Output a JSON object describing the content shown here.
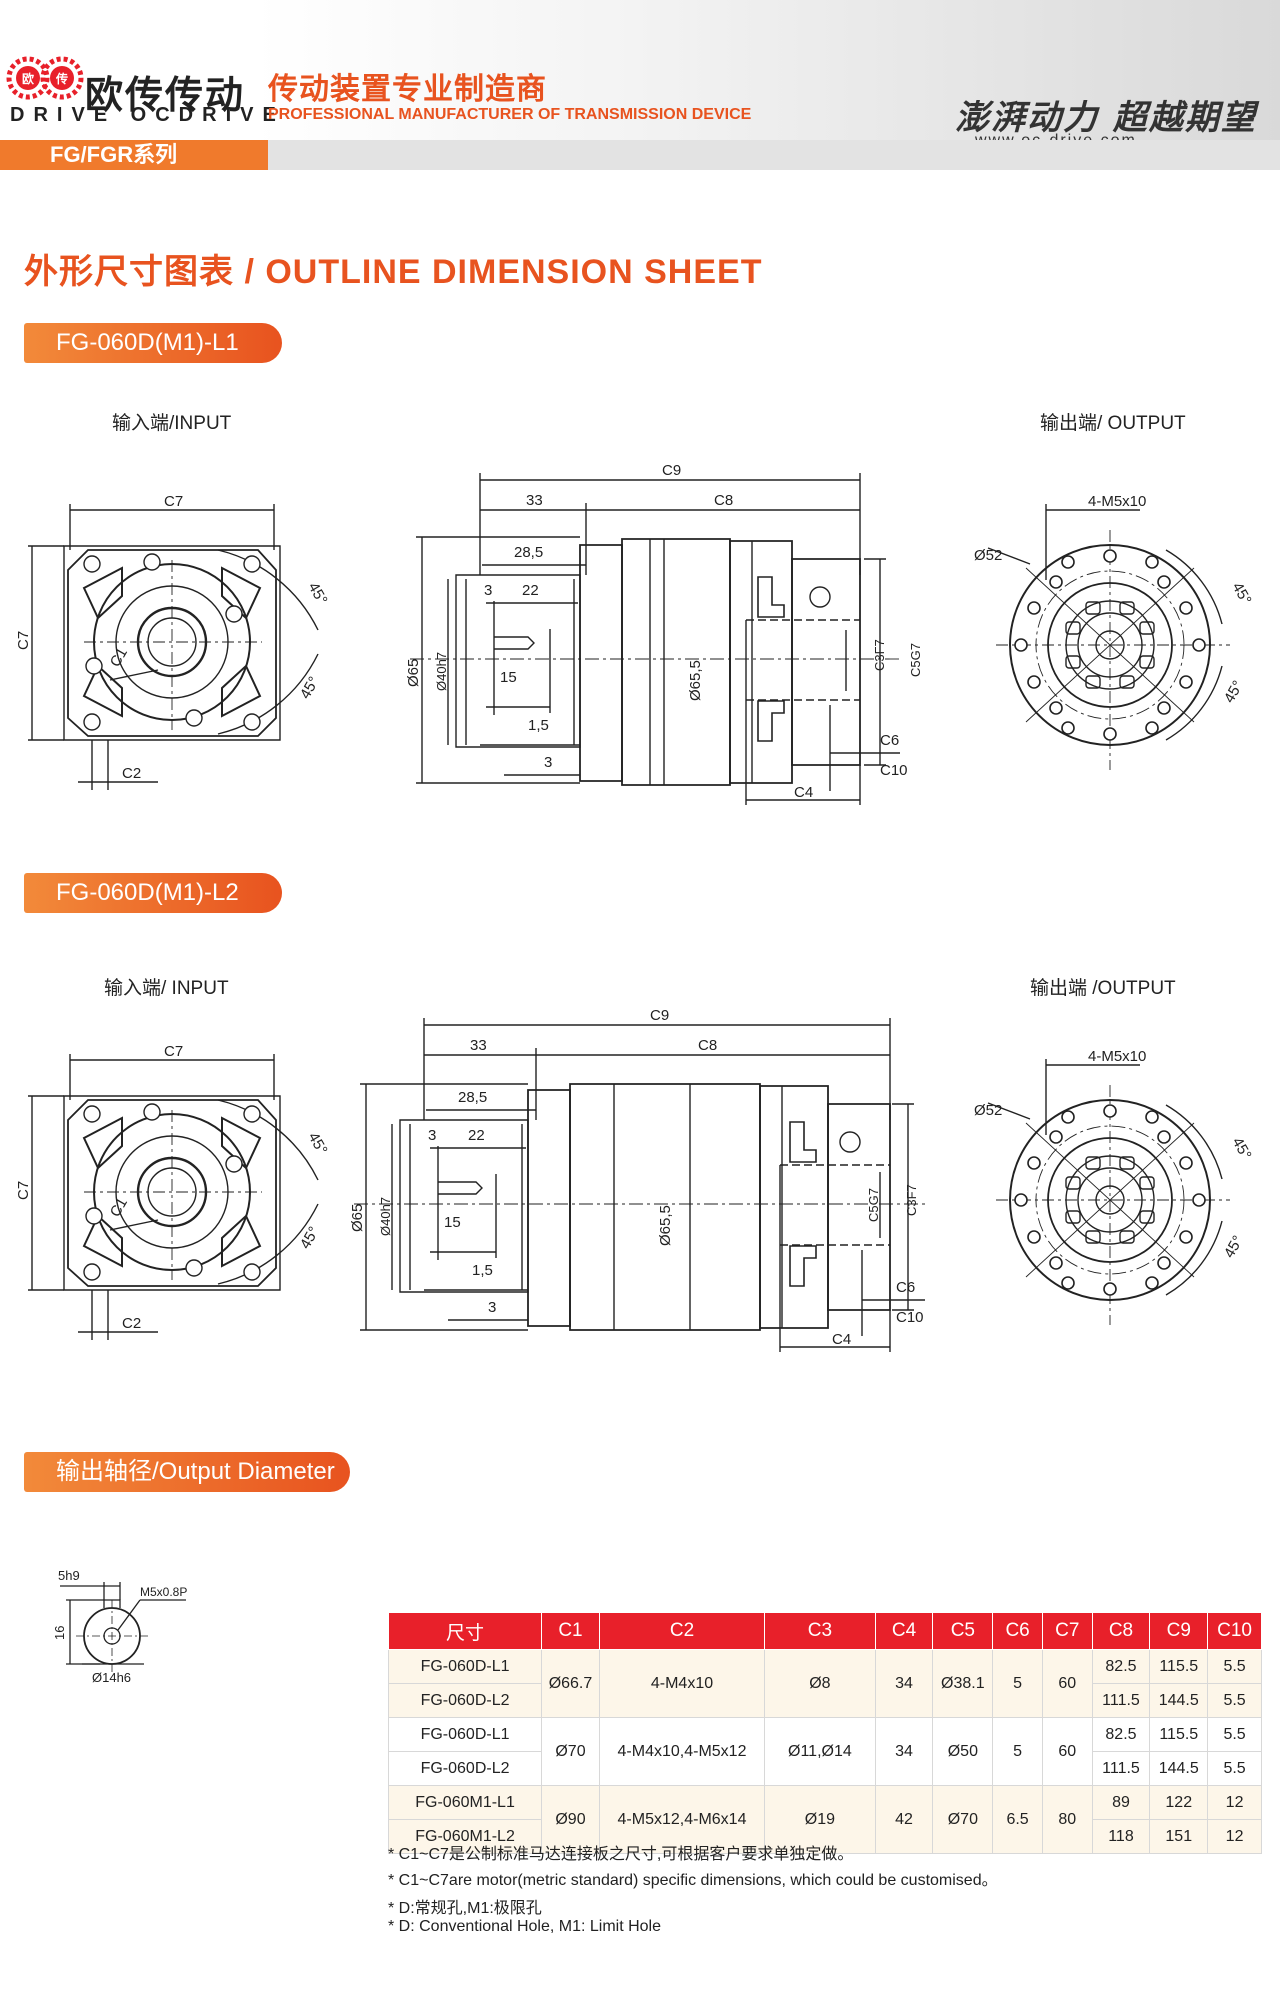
{
  "header": {
    "brand_cn": "欧传传动",
    "brand_en": "DRIVE OCDRIVE",
    "tagline_cn": "传动装置专业制造商",
    "tagline_en": "PROFESSIONAL MANUFACTURER OF TRANSMISSION DEVICE",
    "slogan": "澎湃动力 超越期望",
    "website": "www.oc-drive.com",
    "series_tab": "FG/FGR系列"
  },
  "section_title": "外形尺寸图表 / OUTLINE DIMENSION SHEET",
  "drawings": [
    {
      "model": "FG-060D(M1)-L1",
      "input_label": "输入端/INPUT",
      "output_label": "输出端/ OUTPUT"
    },
    {
      "model": "FG-060D(M1)-L2",
      "input_label": "输入端/ INPUT",
      "output_label": "输出端 /OUTPUT"
    }
  ],
  "dims": {
    "c1": "C1",
    "c2": "C2",
    "c3": "C3F7",
    "c4": "C4",
    "c5": "C5G7",
    "c6": "C6",
    "c7": "C7",
    "c8": "C8",
    "c9": "C9",
    "c10": "C10",
    "d33": "33",
    "d28_5": "28,5",
    "d3": "3",
    "d22": "22",
    "d15": "15",
    "d1_5": "1,5",
    "phi65": "Ø65",
    "phi40": "Ø40h7",
    "phi65_5": "Ø65,5",
    "phi52": "Ø52",
    "m5": "4-M5x10",
    "a45": "45°"
  },
  "output_diameter": {
    "title": "输出轴径/Output Diameter",
    "key": "5h9",
    "height": "16",
    "thread": "M5x0.8P",
    "shaft": "Ø14h6"
  },
  "spec_table": {
    "headers": [
      "尺寸",
      "C1",
      "C2",
      "C3",
      "C4",
      "C5",
      "C6",
      "C7",
      "C8",
      "C9",
      "C10"
    ],
    "groups": [
      {
        "c1": "Ø66.7",
        "c2": "4-M4x10",
        "c3": "Ø8",
        "c4": "34",
        "c5": "Ø38.1",
        "c6": "5",
        "c7": "60",
        "rows": [
          {
            "model": "FG-060D-L1",
            "c8": "82.5",
            "c9": "115.5",
            "c10": "5.5"
          },
          {
            "model": "FG-060D-L2",
            "c8": "111.5",
            "c9": "144.5",
            "c10": "5.5"
          }
        ]
      },
      {
        "c1": "Ø70",
        "c2": "4-M4x10,4-M5x12",
        "c3": "Ø11,Ø14",
        "c4": "34",
        "c5": "Ø50",
        "c6": "5",
        "c7": "60",
        "rows": [
          {
            "model": "FG-060D-L1",
            "c8": "82.5",
            "c9": "115.5",
            "c10": "5.5"
          },
          {
            "model": "FG-060D-L2",
            "c8": "111.5",
            "c9": "144.5",
            "c10": "5.5"
          }
        ]
      },
      {
        "c1": "Ø90",
        "c2": "4-M5x12,4-M6x14",
        "c3": "Ø19",
        "c4": "42",
        "c5": "Ø70",
        "c6": "6.5",
        "c7": "80",
        "rows": [
          {
            "model": "FG-060M1-L1",
            "c8": "89",
            "c9": "122",
            "c10": "12"
          },
          {
            "model": "FG-060M1-L2",
            "c8": "118",
            "c9": "151",
            "c10": "12"
          }
        ]
      }
    ]
  },
  "notes": [
    "* C1~C7是公制标准马达连接板之尺寸,可根据客户要求单独定做。",
    "* C1~C7are motor(metric standard)  specific dimensions, which could be customised。",
    "* D:常规孔,M1:极限孔",
    "* D: Conventional Hole, M1: Limit Hole"
  ]
}
